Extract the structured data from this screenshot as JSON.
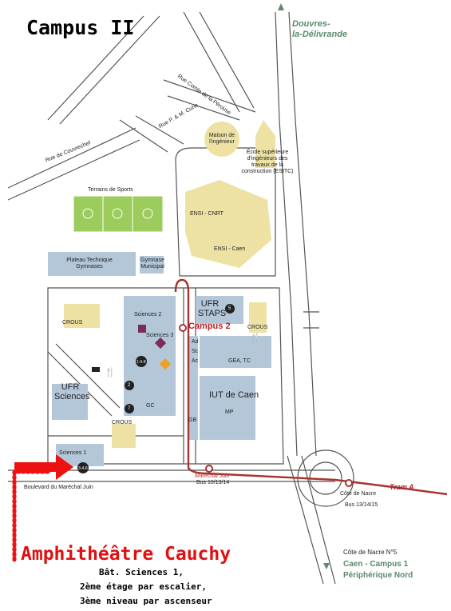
{
  "title": "Campus II",
  "destination_north": [
    "Douvres-",
    "la-Délivrande"
  ],
  "campus_marker": "Campus 2",
  "tram_label": "Tram A",
  "streets": {
    "courvechef": "Rue de Couvrechef",
    "comte": "Rue Comte de la Pérouse",
    "curie": "Rue P. & M. Curie",
    "juin": "Boulevard du Maréchal Juin"
  },
  "buildings": {
    "maison": "Maison de l'ingénieur",
    "esitc": "École supérieure d'ingénieurs des travaux de la construction (ESITC)",
    "terrains": "Terrains de Sports",
    "ensi_cnrt": "ENSI - CNRT",
    "ensi_caen": "ENSI - Caen",
    "plateau": "Plateau Technique Gymnases",
    "gymnase": "Gymnase Municipal",
    "crous1": "CROUS",
    "crous2": "CROUS",
    "crous3": "CROUS",
    "sciences2": "Sciences 2",
    "sciences3": "Sciences 3",
    "ufr_staps": "UFR STAPS",
    "ufr_sciences": "UFR Sciences",
    "gc": "GC",
    "sciences1": "Sciences 1",
    "ad": "Ad",
    "sc": "Sc",
    "ac": "Ac",
    "gea": "GEA, TC",
    "iut": "IUT de Caen",
    "mp": "MP",
    "gb": "GB"
  },
  "amphi_badges": [
    "1-5-8",
    "2",
    "7",
    "3-4-6",
    "5"
  ],
  "stops": {
    "marechal": "Maréchal Juin",
    "marechal_bus": "Bus 10/13/14",
    "cote_nacre": "Côte de Nacre",
    "cote_nacre_bus": "Bus 13/14/15"
  },
  "destination": "Amphithéâtre Cauchy",
  "instructions": [
    "Bât. Sciences 1,",
    "2ème étage par escalier,",
    "3ème niveau par ascenseur"
  ],
  "legend": {
    "title": "Côte de Nacre N°5",
    "line_a": "Caen - Campus 1",
    "line_b": "Périphérique Nord"
  },
  "colors": {
    "building_blue": "#b3c7d9",
    "building_yellow": "#ede2a4",
    "road_outline": "#666666",
    "tram_red": "#a8322f",
    "route_red": "#ee1111",
    "dest_green": "#5a8a6a",
    "field_green": "#9ccc5c",
    "marker_purple": "#7a2c5a",
    "marker_orange": "#f0a020"
  }
}
